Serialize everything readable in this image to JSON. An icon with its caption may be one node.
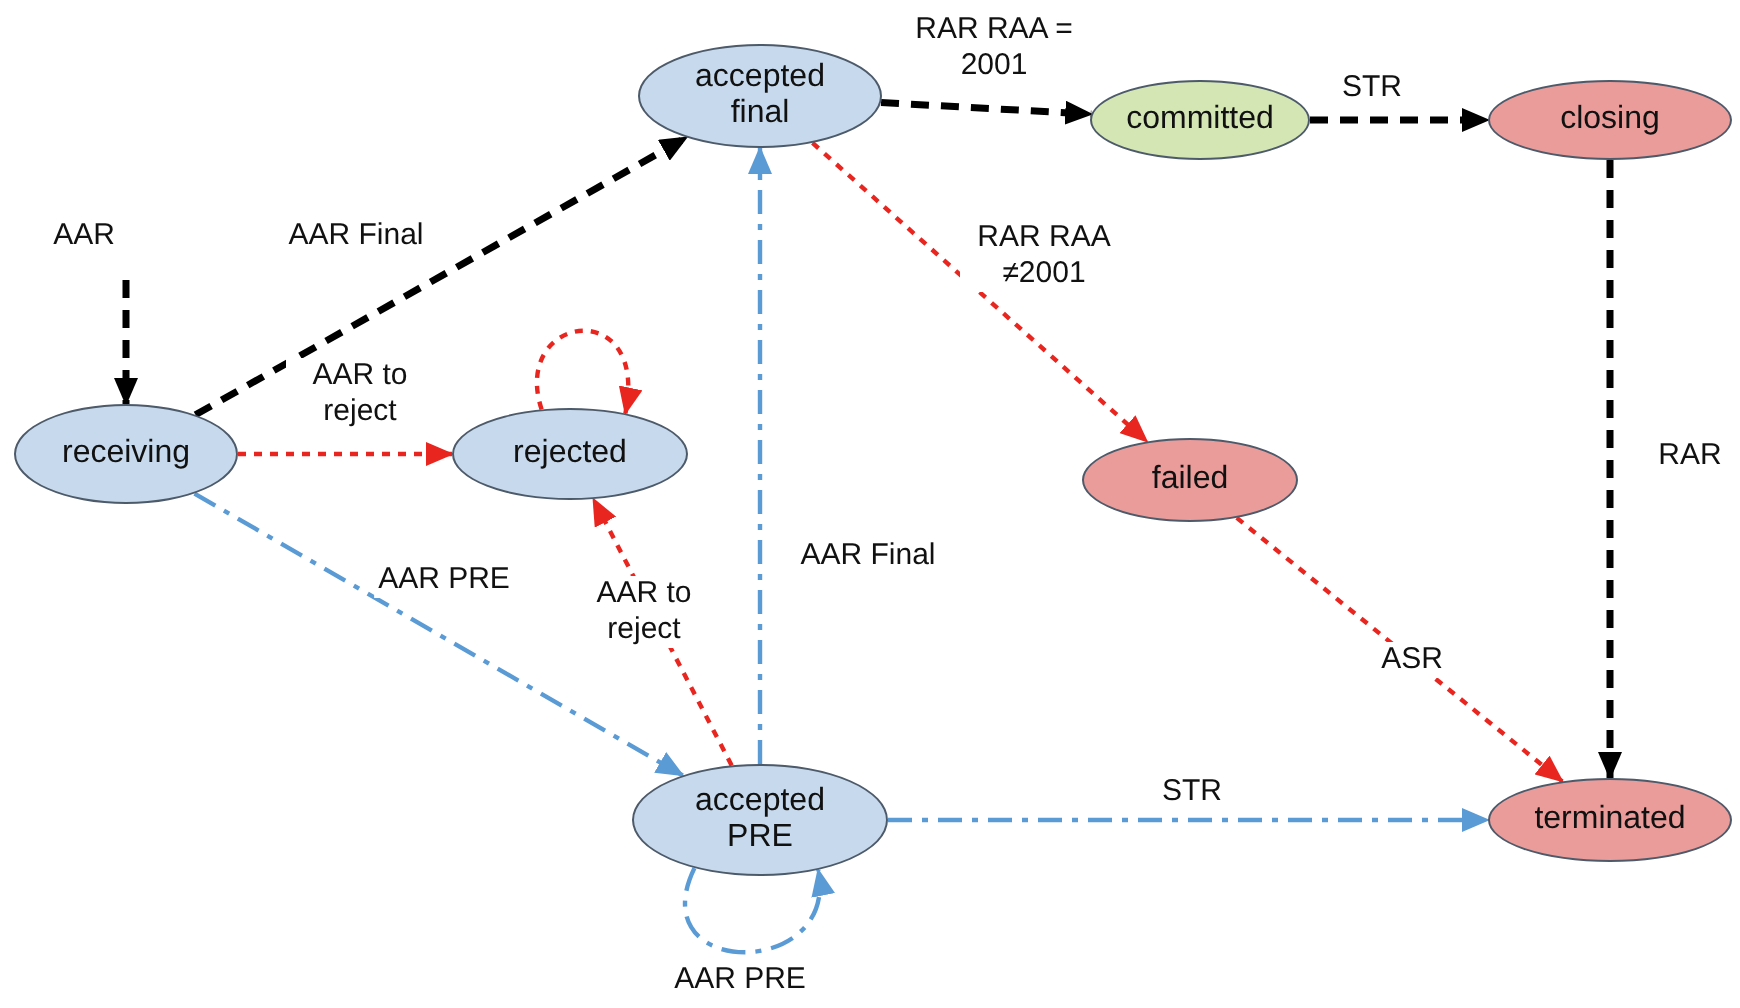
{
  "diagram": {
    "nodes": [
      {
        "text": [
          "accepted final"
        ]
      },
      {
        "text": [
          "committed"
        ]
      },
      {
        "text": [
          "closing"
        ]
      },
      {
        "text": [
          "receiving"
        ]
      },
      {
        "text": [
          "rejected"
        ]
      },
      {
        "text": [
          "failed"
        ]
      },
      {
        "text": [
          "accepted PRE"
        ]
      },
      {
        "text": [
          "terminated"
        ]
      }
    ],
    "edges": [
      {
        "from": null,
        "to": 3,
        "arrow": "to",
        "label": "AAR",
        "style": "dashed",
        "color": "#000000"
      },
      {
        "from": 3,
        "to": 0,
        "arrow": "to",
        "label": "AAR Final",
        "style": "dashed",
        "color": "#000000"
      },
      {
        "from": 0,
        "to": 1,
        "arrow": "to",
        "label": "RAR RAA = 2001",
        "style": "dashed",
        "color": "#000000"
      },
      {
        "from": 1,
        "to": 2,
        "arrow": "to",
        "label": "STR",
        "style": "dashed",
        "color": "#000000"
      },
      {
        "from": 2,
        "to": 7,
        "arrow": "to",
        "label": "RAR",
        "style": "dashed",
        "color": "#000000"
      },
      {
        "from": 3,
        "to": 4,
        "arrow": "to",
        "label": "AAR to reject",
        "style": "dashed",
        "color": "#e8261f"
      },
      {
        "from": 4,
        "to": 4,
        "arrow": "to",
        "style": "dashed",
        "color": "#e8261f"
      },
      {
        "from": 0,
        "to": 5,
        "arrow": "to",
        "label": "RAR RAA ≠2001",
        "style": "dashed",
        "color": "#e8261f"
      },
      {
        "from": 3,
        "to": 6,
        "arrow": "to",
        "label": "AAR PRE",
        "style": "dashed",
        "color": "#5b9bd5"
      },
      {
        "from": 6,
        "to": 4,
        "arrow": "to",
        "label": "AAR to reject",
        "style": "dashed",
        "color": "#e8261f"
      },
      {
        "from": 6,
        "to": 0,
        "arrow": "to",
        "label": "AAR Final",
        "style": "dashed",
        "color": "#5b9bd5"
      },
      {
        "from": 5,
        "to": 7,
        "arrow": "to",
        "label": "ASR",
        "style": "dashed",
        "color": "#e8261f"
      },
      {
        "from": 6,
        "to": 6,
        "arrow": "to",
        "label": "AAR PRE",
        "style": "dashed",
        "color": "#5b9bd5"
      },
      {
        "from": 6,
        "to": 7,
        "arrow": "to",
        "label": "STR",
        "style": "dashed",
        "color": "#5b9bd5"
      }
    ]
  }
}
